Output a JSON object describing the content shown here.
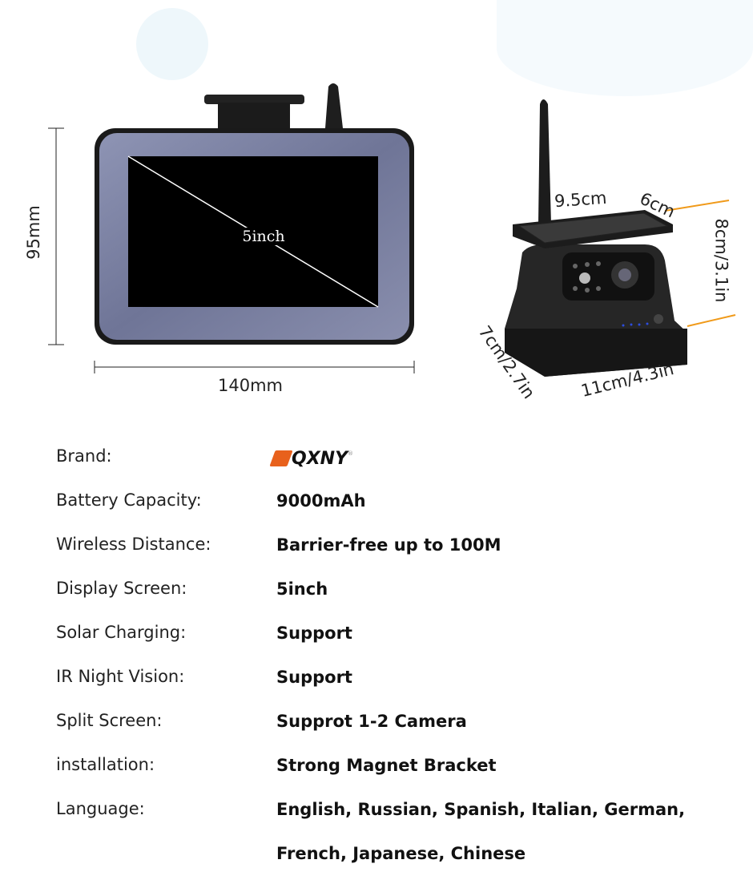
{
  "monitor": {
    "screen_label": "5inch",
    "height_label": "95mm",
    "width_label": "140mm"
  },
  "camera": {
    "dims": {
      "top_width": "9.5cm",
      "top_depth": "6cm",
      "height": "8cm/3.1in",
      "depth": "7cm/2.7in",
      "width": "11cm/4.3in"
    }
  },
  "brand_logo": {
    "text": "QXNY",
    "mark": "®",
    "color": "#e8611c"
  },
  "specs": [
    {
      "label": "Brand:",
      "value": ""
    },
    {
      "label": "Battery Capacity:",
      "value": "9000mAh"
    },
    {
      "label": "Wireless Distance:",
      "value": "Barrier-free up to 100M"
    },
    {
      "label": "Display Screen:",
      "value": "5inch"
    },
    {
      "label": "Solar Charging:",
      "value": "Support"
    },
    {
      "label": "IR Night Vision:",
      "value": "Support"
    },
    {
      "label": "Split Screen:",
      "value": "Supprot 1-2 Camera"
    },
    {
      "label": "installation:",
      "value": "Strong Magnet Bracket"
    },
    {
      "label": "Language:",
      "value": "English, Russian, Spanish, Italian, German,",
      "value2": "French, Japanese, Chinese"
    }
  ]
}
